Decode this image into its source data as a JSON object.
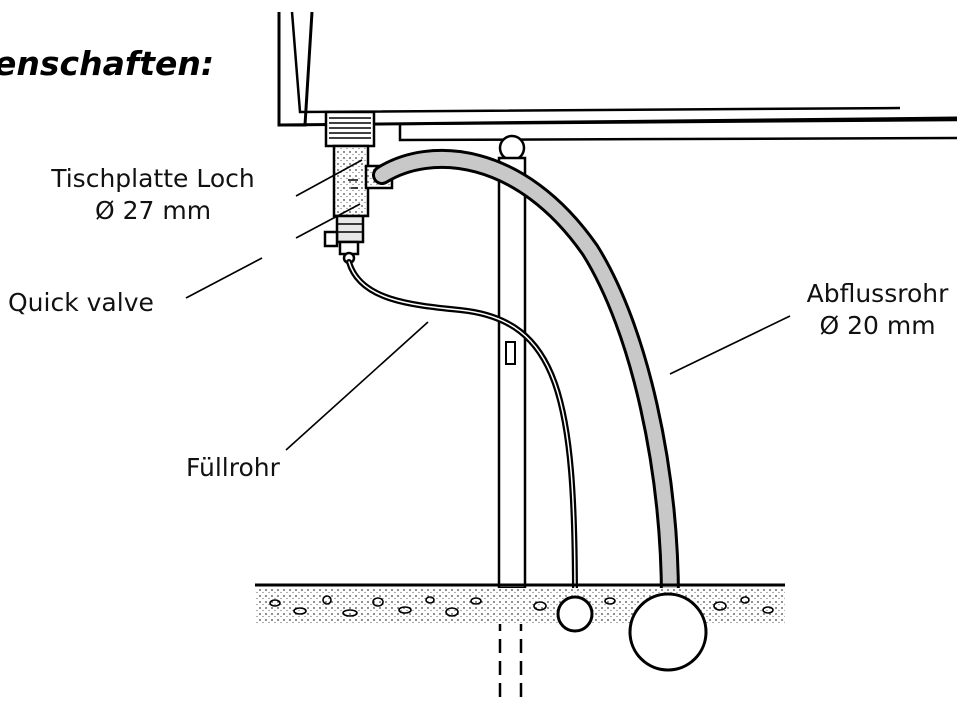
{
  "heading": "enschaften:",
  "labels": {
    "table_hole": {
      "line1": "Tischplatte Loch",
      "line2": "Ø 27 mm"
    },
    "quick_valve": "Quick valve",
    "fill_pipe": "Füllrohr",
    "drain_pipe": {
      "line1": "Abflussrohr",
      "line2": "Ø 20 mm"
    }
  },
  "colors": {
    "ink": "#000000",
    "pipe_fill": "#c8c8c8",
    "ground_speckle": "#333333"
  }
}
